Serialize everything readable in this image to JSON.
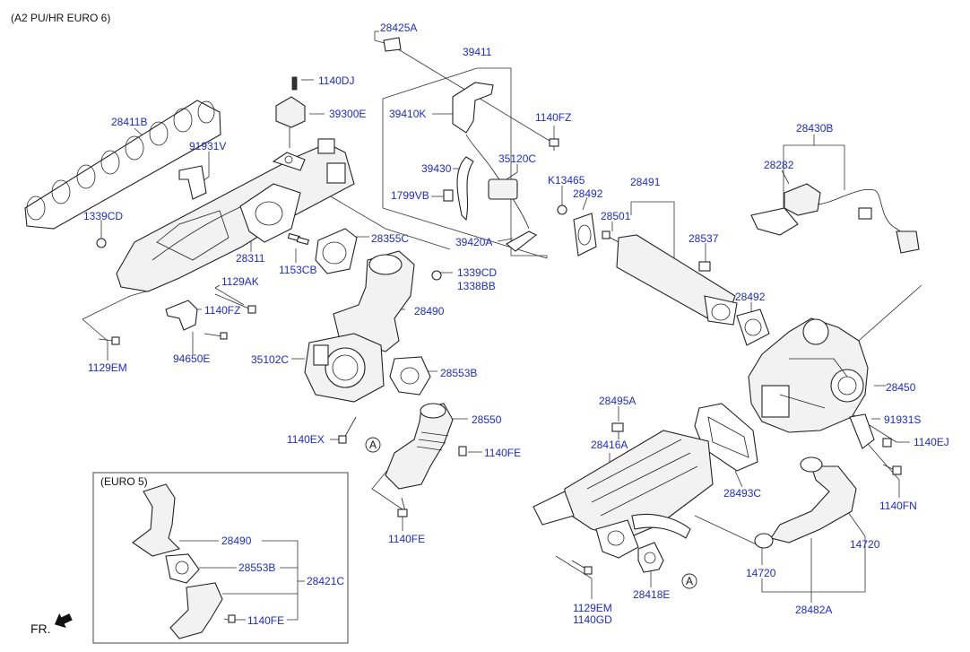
{
  "header": {
    "variant": "(A2 PU/HR EURO 6)"
  },
  "inset": {
    "title": "(EURO 5)"
  },
  "direction": {
    "label": "FR."
  },
  "callouts": {
    "circle_a": "A"
  },
  "labels": {
    "p28425A": "28425A",
    "p39411": "39411",
    "p1140DJ": "1140DJ",
    "p28411B": "28411B",
    "p39300E": "39300E",
    "p39410K": "39410K",
    "p1140FZ_top": "1140FZ",
    "p91931V": "91931V",
    "p35120C": "35120C",
    "p28430B": "28430B",
    "p39430": "39430",
    "p28282": "28282",
    "pK13465": "K13465",
    "p28491": "28491",
    "p1799VB": "1799VB",
    "p28492_top": "28492",
    "p1339CD_left": "1339CD",
    "p28501": "28501",
    "p28355C": "28355C",
    "p39420A": "39420A",
    "p28537": "28537",
    "p28311": "28311",
    "p1153CB": "1153CB",
    "p1339CD_mid": "1339CD",
    "p1338BB": "1338BB",
    "p1129AK": "1129AK",
    "p28492_mid": "28492",
    "p1140FZ_mid": "1140FZ",
    "p28490": "28490",
    "p35102C": "35102C",
    "p94650E": "94650E",
    "p1129EM_left": "1129EM",
    "p28553B": "28553B",
    "p28450": "28450",
    "p28495A": "28495A",
    "p91931S": "91931S",
    "p28550": "28550",
    "p1140EX": "1140EX",
    "p28416A": "28416A",
    "p1140FE_mid": "1140FE",
    "p1140EJ": "1140EJ",
    "p28493C": "28493C",
    "p1140FN": "1140FN",
    "p1140FE_low": "1140FE",
    "p14720_right": "14720",
    "p14720_low": "14720",
    "p1129EM_low": "1129EM",
    "p1140GD": "1140GD",
    "p28418E": "28418E",
    "p28482A": "28482A",
    "inset_28490": "28490",
    "inset_28553B": "28553B",
    "inset_28421C": "28421C",
    "inset_1140FE": "1140FE"
  },
  "colors": {
    "label": "#1a2bd6",
    "line": "#333333",
    "text": "#111111"
  }
}
